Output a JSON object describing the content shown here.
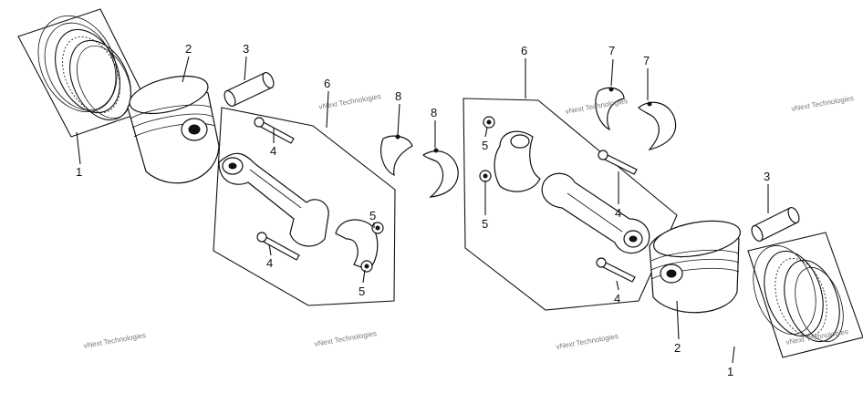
{
  "diagram": {
    "colors": {
      "ink": "#111111",
      "paper": "#ffffff",
      "watermark": "#7a7a7a"
    },
    "callouts": {
      "left_rings": "1",
      "left_piston": "2",
      "left_pin": "3",
      "left_bolt_upper": "4",
      "left_bolt_lower": "4",
      "left_nut_upper": "5",
      "left_nut_lower": "5",
      "left_rod_set": "6",
      "left_bearing_upper": "8",
      "left_bearing_lower": "8",
      "right_bearing_upper": "7",
      "right_bearing_lower": "7",
      "right_rod_set": "6",
      "right_nut_upper": "5",
      "right_nut_lower": "5",
      "right_bolt_upper": "4",
      "right_bolt_lower": "4",
      "right_pin": "3",
      "right_piston": "2",
      "right_rings": "1"
    },
    "watermarks": [
      "vNext Technologies",
      "vNext Technologies",
      "vNext Technologies",
      "vNext Technologies",
      "vNext Technologies",
      "vNext Technologies",
      "vNext Technologies"
    ]
  }
}
